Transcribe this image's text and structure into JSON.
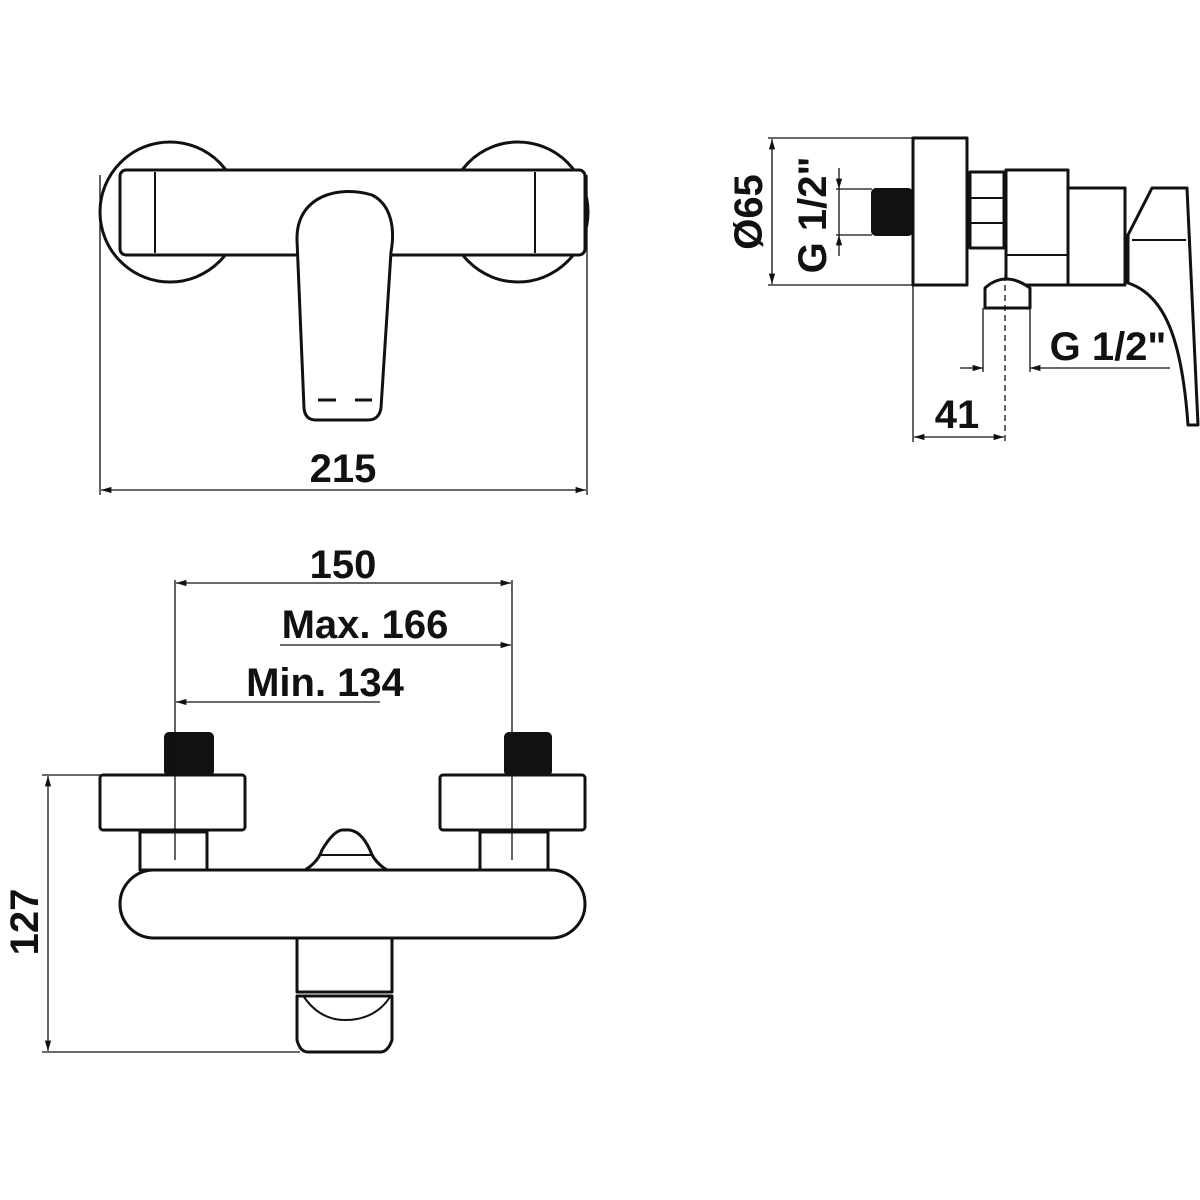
{
  "colors": {
    "line": "#111111",
    "background": "#ffffff"
  },
  "front_view": {
    "width_label": "215"
  },
  "side_view": {
    "diameter_label": "Ø65",
    "inlet_thread_label": "G 1/2\"",
    "outlet_thread_label": "G 1/2\"",
    "depth_label": "41"
  },
  "top_view": {
    "center_distance_label": "150",
    "max_label": "Max. 166",
    "min_label": "Min. 134",
    "height_label": "127"
  }
}
